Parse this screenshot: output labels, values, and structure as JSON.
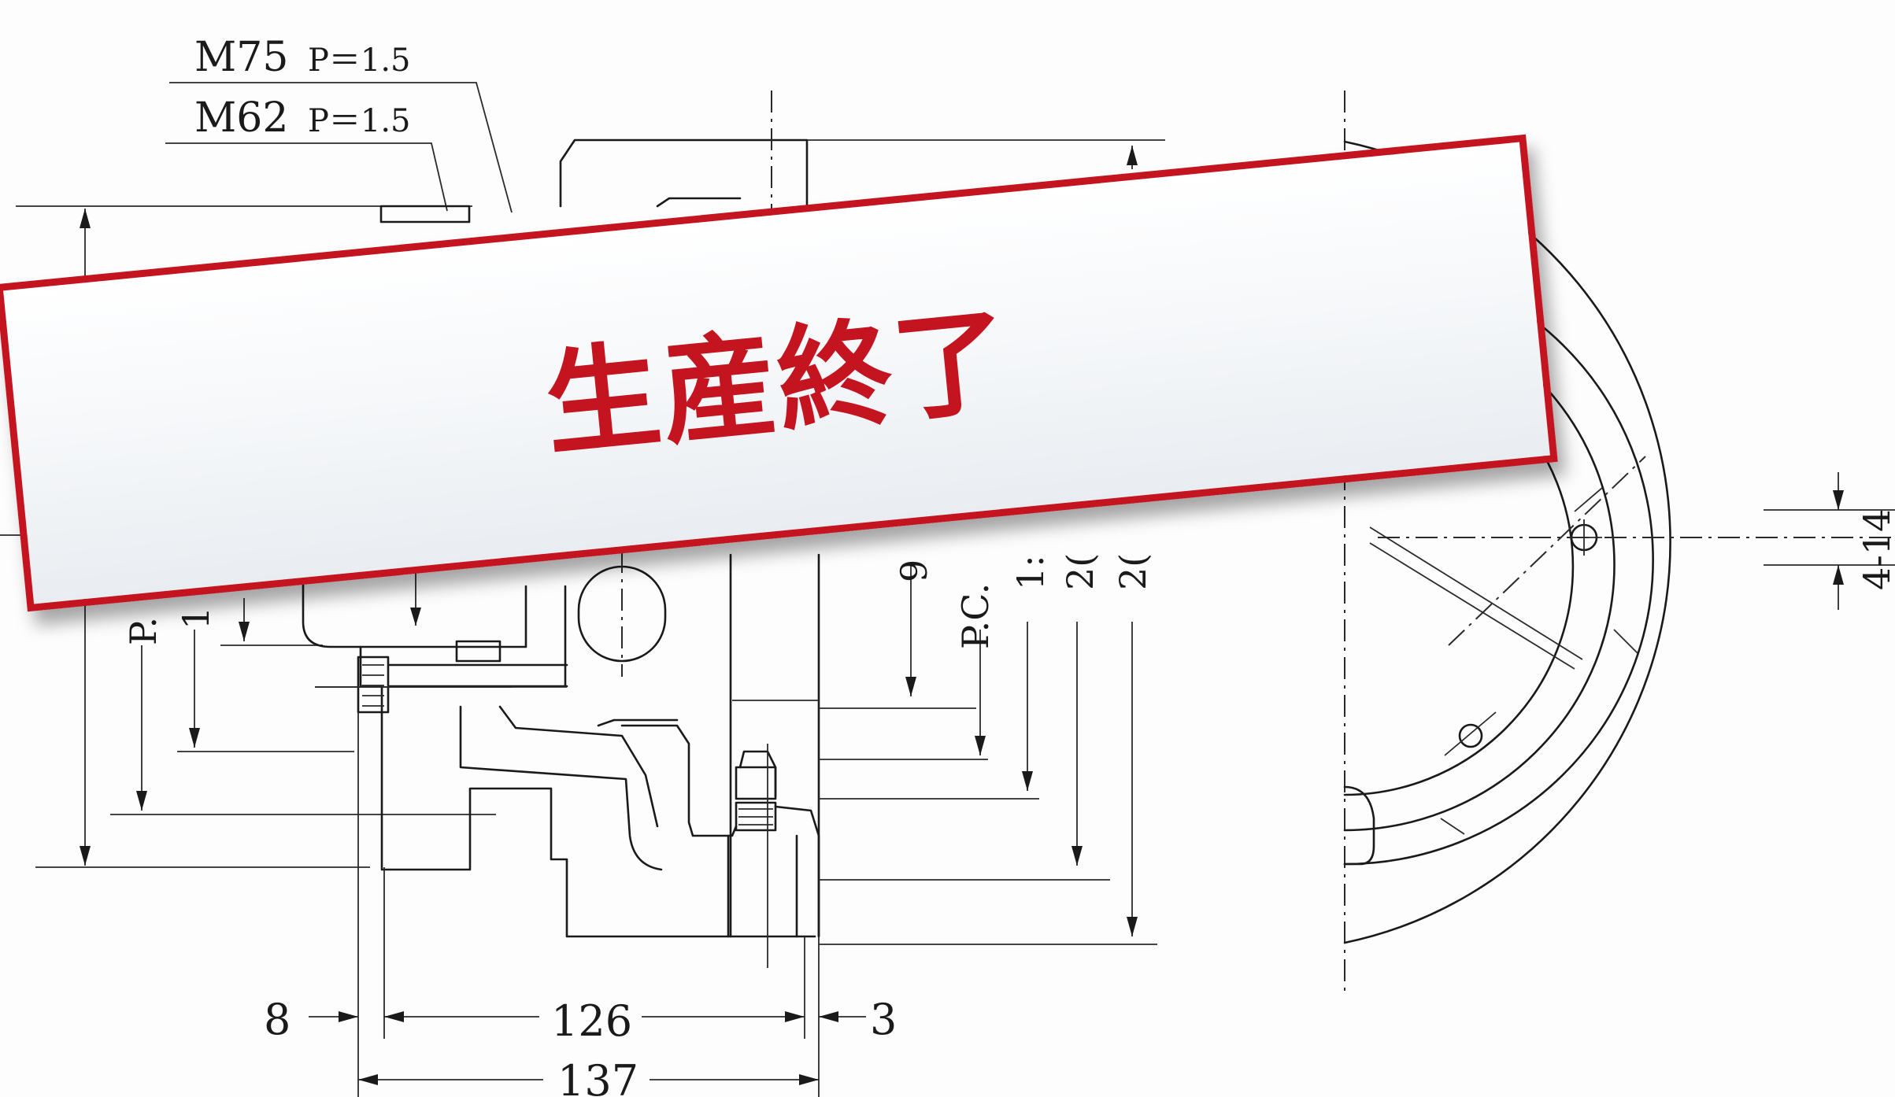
{
  "callouts": {
    "thread_1": {
      "main": "M75",
      "pitch": "P＝1.5"
    },
    "thread_2": {
      "main": "M62",
      "pitch": "P＝1.5"
    }
  },
  "dimensions": {
    "left_gap": "8",
    "main_width": "126",
    "right_gap": "3",
    "total_width": "137",
    "holes": "4-14",
    "vertical": [
      "P.",
      "1",
      "9",
      "P.C.",
      "1:",
      "2(",
      "2("
    ]
  },
  "banner": {
    "text": "生産終了",
    "border_color": "#c3141f"
  }
}
